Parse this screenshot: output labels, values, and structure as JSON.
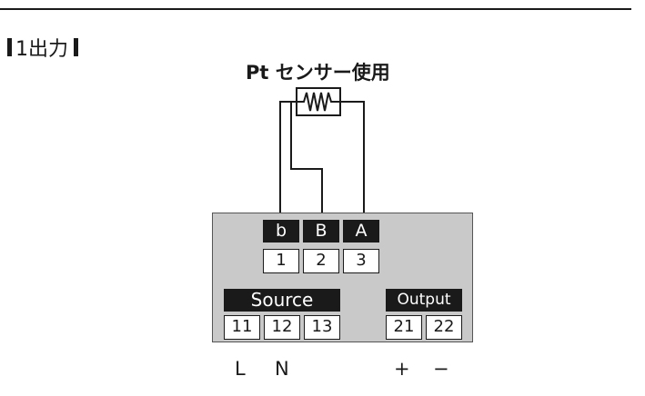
{
  "heading": "1出力",
  "title": "Pt センサー使用",
  "sensor_terminals": [
    "b",
    "B",
    "A"
  ],
  "sensor_numbers": [
    "1",
    "2",
    "3"
  ],
  "source_label": "Source",
  "source_numbers": [
    "11",
    "12",
    "13"
  ],
  "output_label": "Output",
  "output_numbers": [
    "21",
    "22"
  ],
  "bottom_labels": {
    "l": "L",
    "n": "N",
    "plus": "+",
    "minus": "−"
  },
  "colors": {
    "panel": "#c9c9c9",
    "ink": "#1a1a1a",
    "background": "#ffffff"
  }
}
